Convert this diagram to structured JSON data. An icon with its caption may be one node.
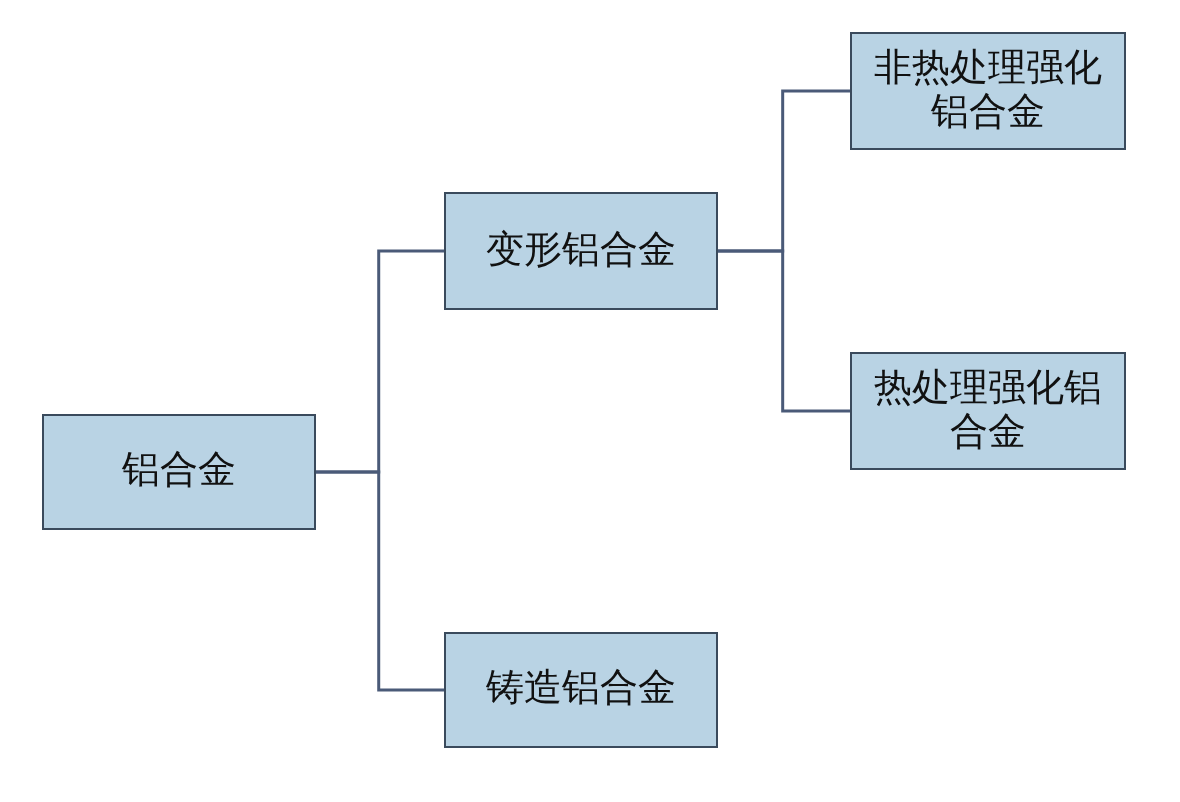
{
  "diagram": {
    "nodes": [
      {
        "text": [
          "铝合金"
        ]
      },
      {
        "text": [
          "变形铝合金"
        ]
      },
      {
        "text": [
          "铸造铝合金"
        ]
      },
      {
        "text": [
          "非热处理强化铝合金"
        ]
      },
      {
        "text": [
          "热处理强化铝合金"
        ]
      }
    ],
    "edges": [
      {
        "from": 0,
        "to": 1,
        "arrow": "none"
      },
      {
        "from": 0,
        "to": 2,
        "arrow": "none"
      },
      {
        "from": 1,
        "to": 3,
        "arrow": "none"
      },
      {
        "from": 1,
        "to": 4,
        "arrow": "none"
      }
    ]
  }
}
